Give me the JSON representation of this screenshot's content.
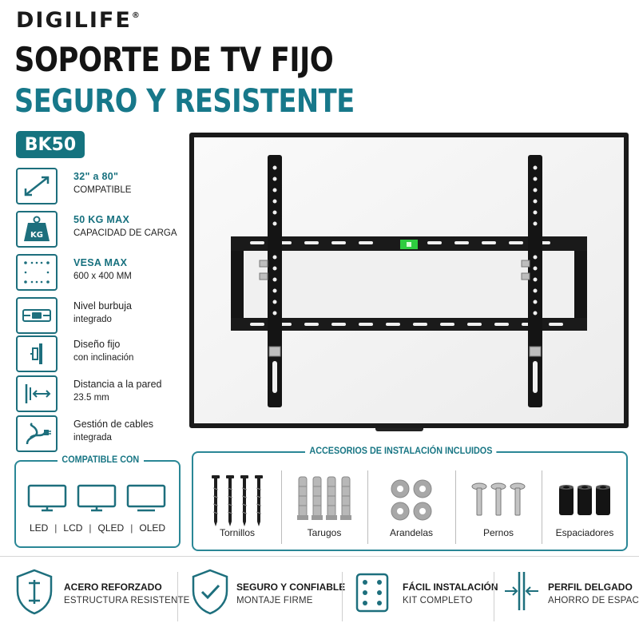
{
  "brand": {
    "name": "DIGILIFE",
    "reg": "®"
  },
  "title": {
    "line1": "SOPORTE DE TV FIJO",
    "line2": "SEGURO Y RESISTENTE"
  },
  "model": "BK50",
  "colors": {
    "accent": "#17788a",
    "dark": "#141414",
    "green_level": "#2ecc40"
  },
  "features": [
    {
      "icon": "diagonal-arrow-icon",
      "line1": "32\" a 80\"",
      "line2": "COMPATIBLE",
      "bold": true
    },
    {
      "icon": "kg-weight-icon",
      "icon_text": "KG",
      "line1": "50 KG MAX",
      "line2": "CAPACIDAD DE CARGA",
      "bold": true
    },
    {
      "icon": "vesa-grid-icon",
      "line1": "VESA MAX",
      "line2": "600 x 400 MM",
      "bold": true
    },
    {
      "icon": "bubble-level-icon",
      "line1": "Nivel burbuja",
      "line2": "integrado",
      "bold": false
    },
    {
      "icon": "fixed-tilt-icon",
      "line1": "Diseño fijo",
      "line2": "con inclinación",
      "bold": false
    },
    {
      "icon": "wall-distance-icon",
      "line1": "Distancia a la pared",
      "line2": "23.5 mm",
      "bold": false
    },
    {
      "icon": "cable-management-icon",
      "line1": "Gestión de cables",
      "line2": "integrada",
      "bold": false
    }
  ],
  "compatible": {
    "title": "COMPATIBLE CON",
    "types": [
      "LED",
      "LCD",
      "QLED",
      "OLED"
    ],
    "separator": "|"
  },
  "accessories": {
    "title": "ACCESORIOS DE INSTALACIÓN INCLUIDOS",
    "items": [
      {
        "label": "Tornillos",
        "icon": "screws-icon"
      },
      {
        "label": "Tarugos",
        "icon": "wall-plugs-icon"
      },
      {
        "label": "Arandelas",
        "icon": "washers-icon"
      },
      {
        "label": "Pernos",
        "icon": "bolts-icon"
      },
      {
        "label": "Espaciadores",
        "icon": "spacers-icon"
      }
    ]
  },
  "benefits": [
    {
      "icon": "shield-tools-icon",
      "title": "ACERO REFORZADO",
      "subtitle": "ESTRUCTURA RESISTENTE"
    },
    {
      "icon": "shield-check-icon",
      "title": "SEGURO Y CONFIABLE",
      "subtitle": "MONTAJE FIRME"
    },
    {
      "icon": "install-kit-icon",
      "title": "FÁCIL INSTALACIÓN",
      "subtitle": "KIT COMPLETO"
    },
    {
      "icon": "slim-profile-icon",
      "title": "PERFIL DELGADO",
      "subtitle": "AHORRO DE ESPACIO"
    }
  ]
}
